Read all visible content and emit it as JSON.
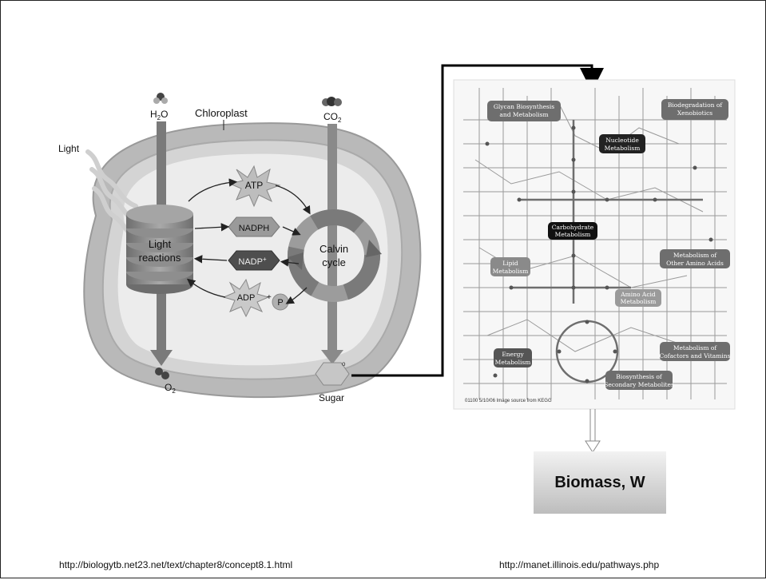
{
  "chloroplast": {
    "chloroplast_label": "Chloroplast",
    "light_label": "Light",
    "water_label": "H",
    "water_sub": "2",
    "water_suffix": "O",
    "co2_label": "CO",
    "co2_sub": "2",
    "o2_label": "O",
    "o2_sub": "2",
    "light_reactions_line1": "Light",
    "light_reactions_line2": "reactions",
    "calvin_line1": "Calvin",
    "calvin_line2": "cycle",
    "atp_label": "ATP",
    "nadph_label": "NADPH",
    "nadp_label": "NADP",
    "nadp_sup": "+",
    "adp_label": "ADP",
    "plus_label": "+",
    "p_label": "P",
    "sugar_label": "Sugar"
  },
  "kegg_map": {
    "labels": [
      {
        "line1": "Glycan Biosynthesis",
        "line2": "and Metabolism"
      },
      {
        "line1": "Biodegradation of",
        "line2": "Xenobiotics"
      },
      {
        "line1": "Nucleotide",
        "line2": "Metabolism"
      },
      {
        "line1": "Carbohydrate",
        "line2": "Metabolism"
      },
      {
        "line1": "Lipid",
        "line2": "Metabolism"
      },
      {
        "line1": "Metabolism of",
        "line2": "Other Amino Acids"
      },
      {
        "line1": "Amino Acid",
        "line2": "Metabolism"
      },
      {
        "line1": "Energy",
        "line2": "Metabolism"
      },
      {
        "line1": "Metabolism of",
        "line2": "Cofactors and Vitamins"
      },
      {
        "line1": "Biosynthesis of",
        "line2": "Secondary Metabolites"
      }
    ],
    "footer": "01100  5/10/06   Image source from KEGG"
  },
  "biomass": {
    "label": "Biomass, W"
  },
  "sources": {
    "left": "http://biologytb.net23.net/text/chapter8/concept8.1.html",
    "right": "http://manet.illinois.edu/pathways.php"
  },
  "colors": {
    "membrane_outer": "#b9b9b9",
    "membrane_inner": "#d4d4d4",
    "stroma": "#e9e9e9",
    "arrow_dark": "#7a7a7a",
    "connector": "#000000",
    "biomass_top": "#f2f2f2",
    "biomass_bottom": "#bdbdbd"
  }
}
